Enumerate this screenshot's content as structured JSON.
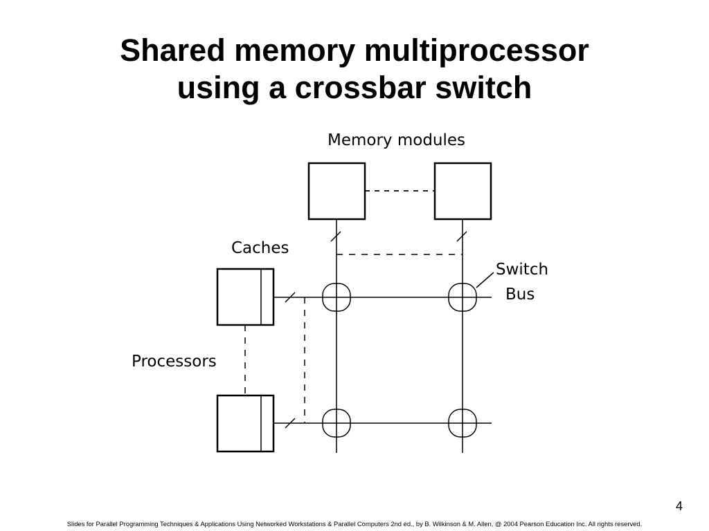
{
  "title": {
    "line1": "Shared memory multiprocessor",
    "line2": "using a crossbar switch"
  },
  "diagram": {
    "labels": {
      "memory_modules": "Memory modules",
      "caches": "Caches",
      "switch": "Switch",
      "bus": "Bus",
      "processors": "Processors"
    },
    "memory_module_count": 2,
    "processor_count": 2
  },
  "page_number": "4",
  "footer": "Slides for Parallel Programming Techniques & Applications Using Networked Workstations & Parallel Computers 2nd ed., by B. Wilkinson & M. Allen, @ 2004 Pearson Education Inc. All rights reserved."
}
